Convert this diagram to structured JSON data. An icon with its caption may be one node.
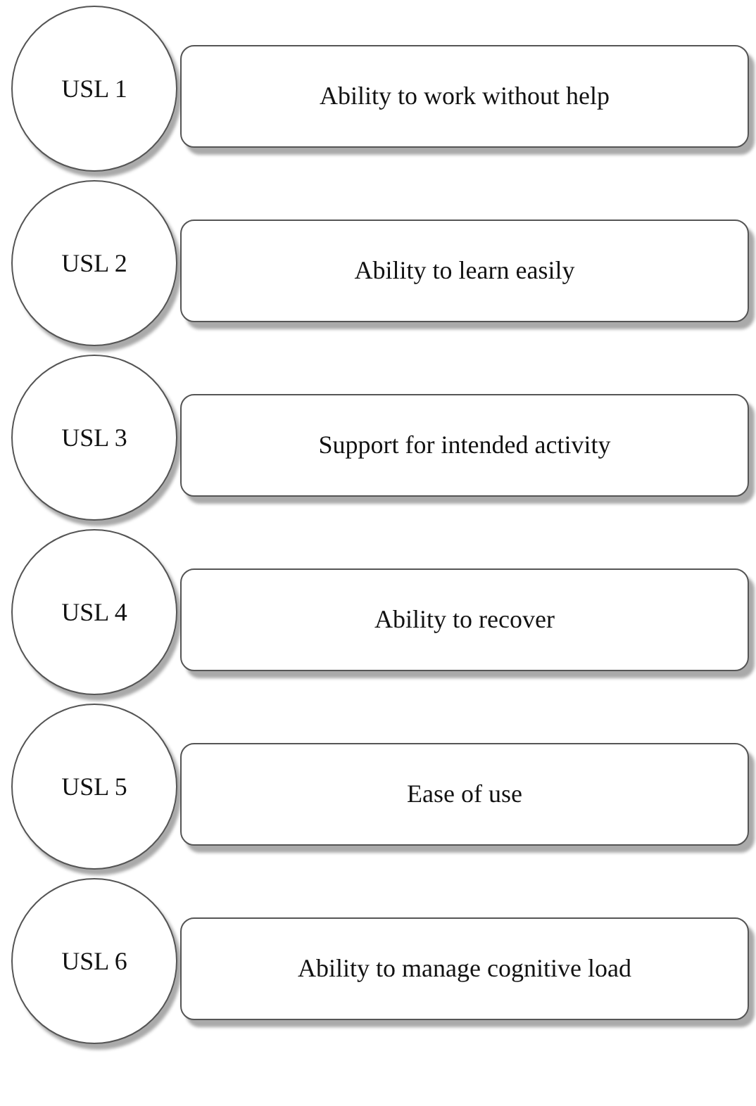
{
  "diagram": {
    "nodes": [
      {
        "text": [
          "USL 1"
        ]
      },
      {
        "text": [
          "Ability to work without help"
        ]
      },
      {
        "text": [
          "USL 2"
        ]
      },
      {
        "text": [
          "Ability to learn easily"
        ]
      },
      {
        "text": [
          "USL 3"
        ]
      },
      {
        "text": [
          "Support for intended activity"
        ]
      },
      {
        "text": [
          "USL 4"
        ]
      },
      {
        "text": [
          "Ability to recover"
        ]
      },
      {
        "text": [
          "USL 5"
        ]
      },
      {
        "text": [
          "Ease of use"
        ]
      },
      {
        "text": [
          "USL 6"
        ]
      },
      {
        "text": [
          "Ability to manage cognitive load"
        ]
      }
    ],
    "edges": []
  }
}
